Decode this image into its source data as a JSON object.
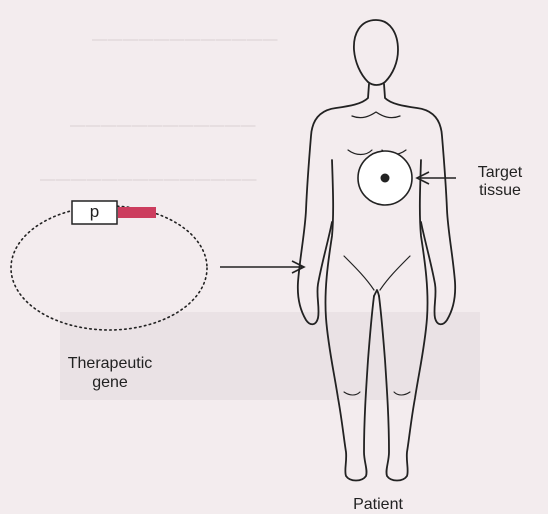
{
  "diagram": {
    "promoter_label": "p",
    "therapeutic_gene_line1": "Therapeutic",
    "therapeutic_gene_line2": "gene",
    "target_tissue_line1": "Target",
    "target_tissue_line2": "tissue",
    "patient_label": "Patient",
    "colors": {
      "gene_segment": "#cc3d5e",
      "ink": "#222222",
      "background": "#f3ecee"
    }
  }
}
